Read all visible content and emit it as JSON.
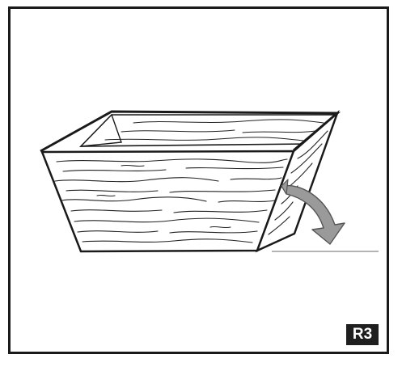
{
  "figure": {
    "step_label": "R3",
    "subject": "wooden-planter-box",
    "annotation": "curved-rotation-arrow",
    "colors": {
      "frame": "#1a1a1a",
      "outline": "#1a1a1a",
      "grain": "#222222",
      "box_fill": "#ffffff",
      "arrow_fill": "#9a9a9a",
      "arrow_stroke": "#555555",
      "ground_line": "#888888",
      "badge_bg": "#1f1f1f",
      "badge_text": "#ffffff"
    }
  }
}
